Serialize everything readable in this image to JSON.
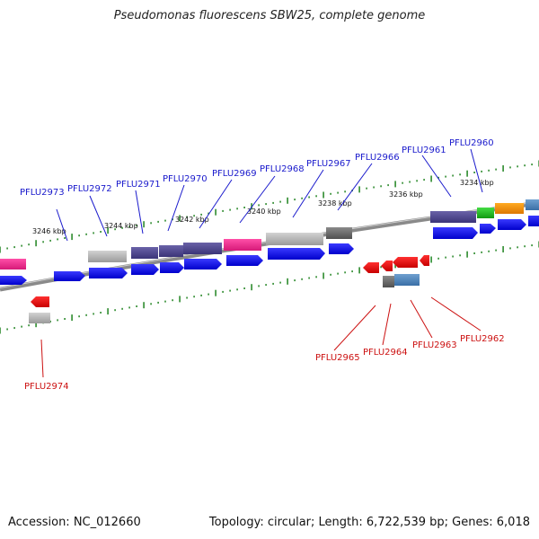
{
  "title": "Pseudomonas fluorescens SBW25, complete genome",
  "footer": {
    "accession": "Accession: NC_012660",
    "summary": "Topology: circular; Length: 6,722,539 bp; Genes: 6,018"
  },
  "colors": {
    "backbone": "#7a7a7a",
    "tick": "#2e8b2e",
    "forward_label": "#1a1acc",
    "reverse_label": "#cc1111"
  },
  "scale_labels": [
    "3246 kbp",
    "3244 kbp",
    "3242 kbp",
    "3240 kbp",
    "3238 kbp",
    "3236 kbp",
    "3234 kbp"
  ],
  "forward_genes": [
    "PFLU2973",
    "PFLU2972",
    "PFLU2971",
    "PFLU2970",
    "PFLU2969",
    "PFLU2968",
    "PFLU2967",
    "PFLU2966",
    "PFLU2961",
    "PFLU2960"
  ],
  "reverse_genes": [
    "PFLU2974",
    "PFLU2965",
    "PFLU2964",
    "PFLU2963",
    "PFLU2962"
  ]
}
